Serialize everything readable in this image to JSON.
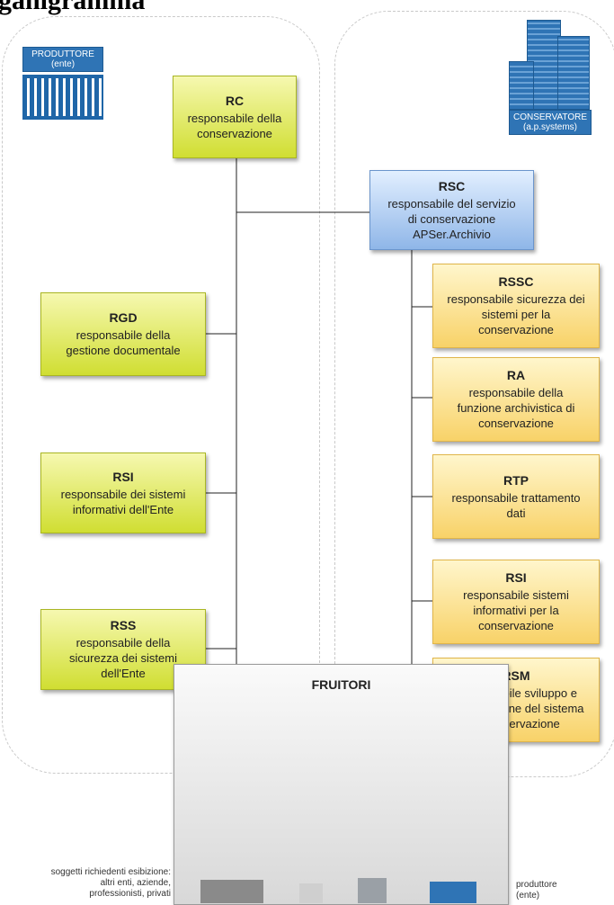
{
  "title": "ganigramma",
  "producer": {
    "sign_line1": "PRODUTTORE",
    "sign_line2": "(ente)"
  },
  "conservator": {
    "sign_line1": "CONSERVATORE",
    "sign_line2": "(a.p.systems)"
  },
  "boxes": {
    "rc": {
      "abbr": "RC",
      "desc": "responsabile della\nconservazione"
    },
    "rgd": {
      "abbr": "RGD",
      "desc": "responsabile della\ngestione documentale"
    },
    "rsi_ente": {
      "abbr": "RSI",
      "desc": "responsabile dei sistemi\ninformativi dell'Ente"
    },
    "rss": {
      "abbr": "RSS",
      "desc": "responsabile della\nsicurezza dei sistemi\ndell'Ente"
    },
    "rsc": {
      "abbr": "RSC",
      "desc": "responsabile del servizio\ndi conservazione\nAPSer.Archivio"
    },
    "rssc": {
      "abbr": "RSSC",
      "desc": "responsabile sicurezza dei\nsistemi per la\nconservazione"
    },
    "ra": {
      "abbr": "RA",
      "desc": "responsabile della\nfunzione archivistica di\nconservazione"
    },
    "rtp": {
      "abbr": "RTP",
      "desc": "responsabile trattamento\ndati"
    },
    "rsi_cons": {
      "abbr": "RSI",
      "desc": "responsabile sistemi\ninformativi per la\nconservazione"
    },
    "rsm": {
      "abbr": "RSM",
      "desc": "responsabile sviluppo e\nmanutenzione del sistema\ndi conservazione"
    }
  },
  "fruitori": {
    "title": "FRUITORI",
    "left_note": "soggetti richiedenti esibizione:\naltri enti, aziende,\nprofessionisti, privati",
    "right_note": "produttore\n(ente)"
  },
  "colors": {
    "green": "#d0de32",
    "orange": "#f8d268",
    "blue": "#8fb6e8",
    "brand_blue": "#2f74b5"
  }
}
